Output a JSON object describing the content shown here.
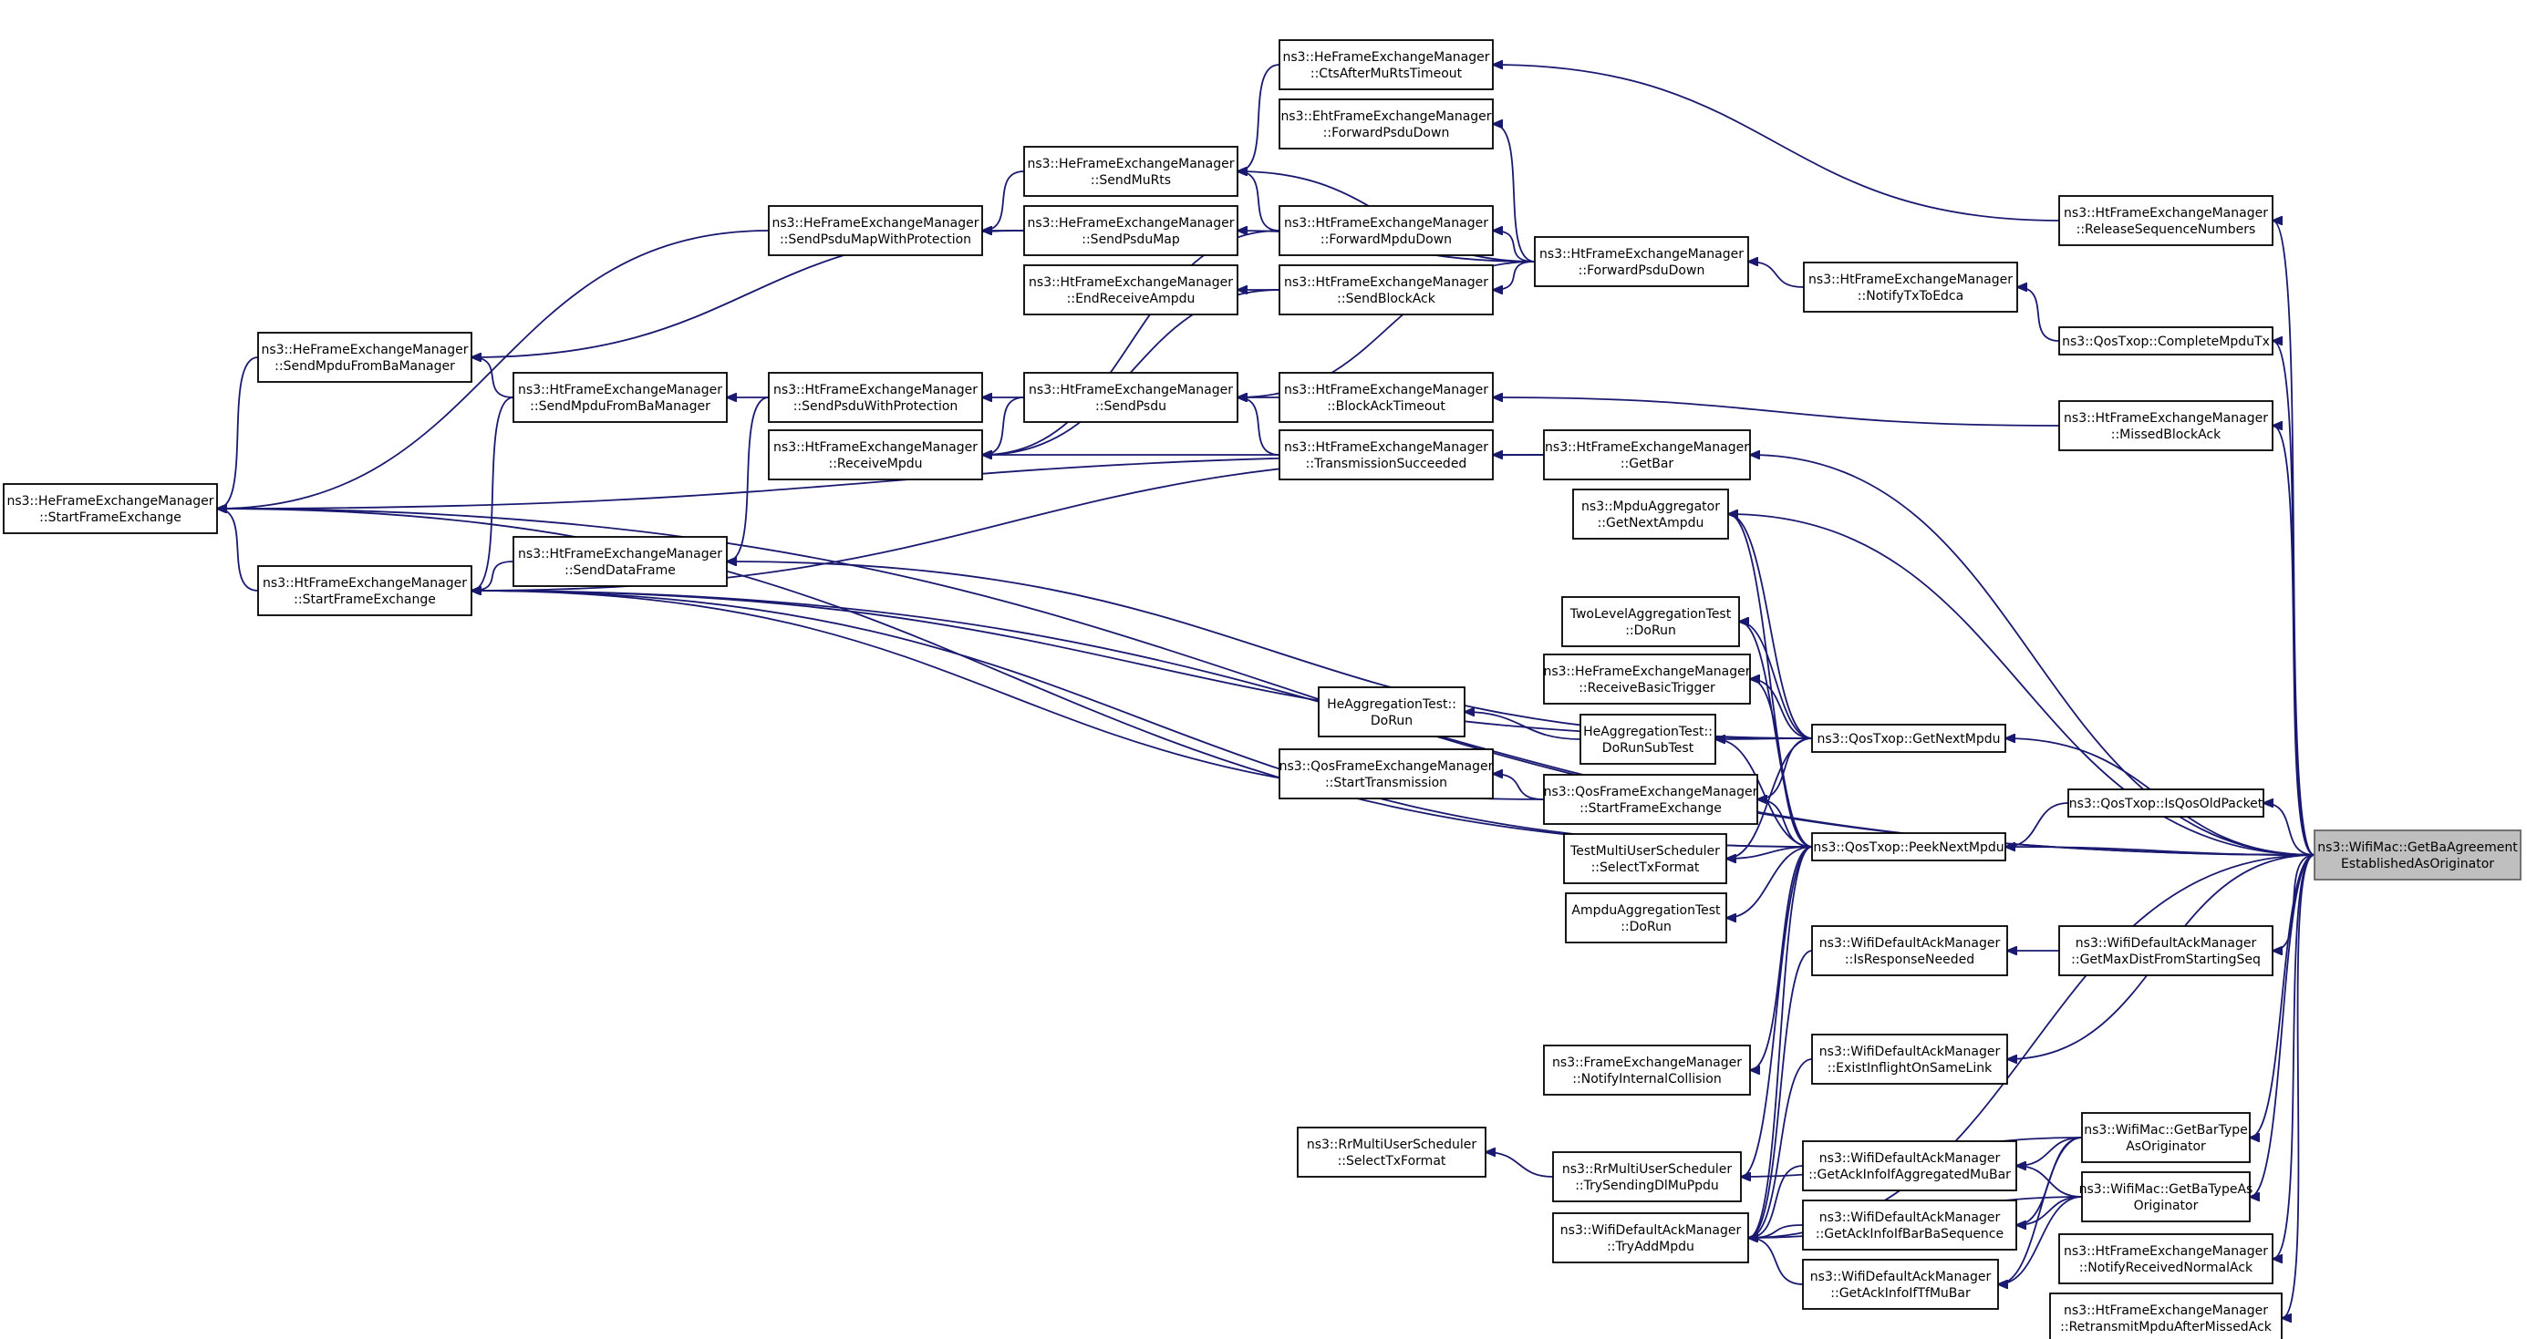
{
  "colors": {
    "edge": "#191970",
    "node_border": "#000000",
    "target_fill": "#bfbfbf",
    "target_border": "#666666"
  },
  "target": "getba",
  "nodes": [
    {
      "id": "getba",
      "lines": [
        "ns3::WifiMac::GetBaAgreement",
        "EstablishedAsOriginator"
      ]
    },
    {
      "id": "he_start",
      "lines": [
        "ns3::HeFrameExchangeManager",
        "::StartFrameExchange"
      ]
    },
    {
      "id": "he_mpduba",
      "lines": [
        "ns3::HeFrameExchangeManager",
        "::SendMpduFromBaManager"
      ]
    },
    {
      "id": "ht_start",
      "lines": [
        "ns3::HtFrameExchangeManager",
        "::StartFrameExchange"
      ]
    },
    {
      "id": "ht_mpduba",
      "lines": [
        "ns3::HtFrameExchangeManager",
        "::SendMpduFromBaManager"
      ]
    },
    {
      "id": "he_psdumapwp",
      "lines": [
        "ns3::HeFrameExchangeManager",
        "::SendPsduMapWithProtection"
      ]
    },
    {
      "id": "ht_senddata",
      "lines": [
        "ns3::HtFrameExchangeManager",
        "::SendDataFrame"
      ]
    },
    {
      "id": "ht_psduwp",
      "lines": [
        "ns3::HtFrameExchangeManager",
        "::SendPsduWithProtection"
      ]
    },
    {
      "id": "ht_recvmpdu",
      "lines": [
        "ns3::HtFrameExchangeManager",
        "::ReceiveMpdu"
      ]
    },
    {
      "id": "he_murts",
      "lines": [
        "ns3::HeFrameExchangeManager",
        "::SendMuRts"
      ]
    },
    {
      "id": "he_psdumap",
      "lines": [
        "ns3::HeFrameExchangeManager",
        "::SendPsduMap"
      ]
    },
    {
      "id": "ht_endrecv",
      "lines": [
        "ns3::HtFrameExchangeManager",
        "::EndReceiveAmpdu"
      ]
    },
    {
      "id": "ht_sendpsdu",
      "lines": [
        "ns3::HtFrameExchangeManager",
        "::SendPsdu"
      ]
    },
    {
      "id": "he_cts",
      "lines": [
        "ns3::HeFrameExchangeManager",
        "::CtsAfterMuRtsTimeout"
      ]
    },
    {
      "id": "eht_fwd",
      "lines": [
        "ns3::EhtFrameExchangeManager",
        "::ForwardPsduDown"
      ]
    },
    {
      "id": "ht_fwdmpdu",
      "lines": [
        "ns3::HtFrameExchangeManager",
        "::ForwardMpduDown"
      ]
    },
    {
      "id": "ht_sendba",
      "lines": [
        "ns3::HtFrameExchangeManager",
        "::SendBlockAck"
      ]
    },
    {
      "id": "ht_batimeout",
      "lines": [
        "ns3::HtFrameExchangeManager",
        "::BlockAckTimeout"
      ]
    },
    {
      "id": "ht_txsucc",
      "lines": [
        "ns3::HtFrameExchangeManager",
        "::TransmissionSucceeded"
      ]
    },
    {
      "id": "ht_fwdpsdu",
      "lines": [
        "ns3::HtFrameExchangeManager",
        "::ForwardPsduDown"
      ]
    },
    {
      "id": "ht_getbar",
      "lines": [
        "ns3::HtFrameExchangeManager",
        "::GetBar"
      ]
    },
    {
      "id": "mpduagg",
      "lines": [
        "ns3::MpduAggregator",
        "::GetNextAmpdu"
      ]
    },
    {
      "id": "twolevel",
      "lines": [
        "TwoLevelAggregationTest",
        "::DoRun"
      ]
    },
    {
      "id": "he_recvbasic",
      "lines": [
        "ns3::HeFrameExchangeManager",
        "::ReceiveBasicTrigger"
      ]
    },
    {
      "id": "heagg_dorun",
      "lines": [
        "HeAggregationTest::",
        "DoRun"
      ]
    },
    {
      "id": "heagg_dorunsub",
      "lines": [
        "HeAggregationTest::",
        "DoRunSubTest"
      ]
    },
    {
      "id": "qos_starttx",
      "lines": [
        "ns3::QosFrameExchangeManager",
        "::StartTransmission"
      ]
    },
    {
      "id": "qos_startfe",
      "lines": [
        "ns3::QosFrameExchangeManager",
        "::StartFrameExchange"
      ]
    },
    {
      "id": "testmulti",
      "lines": [
        "TestMultiUserScheduler",
        "::SelectTxFormat"
      ]
    },
    {
      "id": "ampdu_dorun",
      "lines": [
        "AmpduAggregationTest",
        "::DoRun"
      ]
    },
    {
      "id": "fem_notify",
      "lines": [
        "ns3::FrameExchangeManager",
        "::NotifyInternalCollision"
      ]
    },
    {
      "id": "rr_select",
      "lines": [
        "ns3::RrMultiUserScheduler",
        "::SelectTxFormat"
      ]
    },
    {
      "id": "rr_trysend",
      "lines": [
        "ns3::RrMultiUserScheduler",
        "::TrySendingDlMuPpdu"
      ]
    },
    {
      "id": "wda_tryadd",
      "lines": [
        "ns3::WifiDefaultAckManager",
        "::TryAddMpdu"
      ]
    },
    {
      "id": "qos_getnext",
      "lines": [
        "ns3::QosTxop::GetNextMpdu"
      ]
    },
    {
      "id": "qos_peeknext",
      "lines": [
        "ns3::QosTxop::PeekNextMpdu"
      ]
    },
    {
      "id": "wda_isresp",
      "lines": [
        "ns3::WifiDefaultAckManager",
        "::IsResponseNeeded"
      ]
    },
    {
      "id": "wda_exist",
      "lines": [
        "ns3::WifiDefaultAckManager",
        "::ExistInflightOnSameLink"
      ]
    },
    {
      "id": "wda_aggmubar",
      "lines": [
        "ns3::WifiDefaultAckManager",
        "::GetAckInfoIfAggregatedMuBar"
      ]
    },
    {
      "id": "wda_barba",
      "lines": [
        "ns3::WifiDefaultAckManager",
        "::GetAckInfoIfBarBaSequence"
      ]
    },
    {
      "id": "wda_tfmubar",
      "lines": [
        "ns3::WifiDefaultAckManager",
        "::GetAckInfoIfTfMuBar"
      ]
    },
    {
      "id": "ht_notifytx",
      "lines": [
        "ns3::HtFrameExchangeManager",
        "::NotifyTxToEdca"
      ]
    },
    {
      "id": "ht_release",
      "lines": [
        "ns3::HtFrameExchangeManager",
        "::ReleaseSequenceNumbers"
      ]
    },
    {
      "id": "qos_complete",
      "lines": [
        "ns3::QosTxop::CompleteMpduTx"
      ]
    },
    {
      "id": "ht_missedba",
      "lines": [
        "ns3::HtFrameExchangeManager",
        "::MissedBlockAck"
      ]
    },
    {
      "id": "qos_isold",
      "lines": [
        "ns3::QosTxop::IsQosOldPacket"
      ]
    },
    {
      "id": "wda_maxdist",
      "lines": [
        "ns3::WifiDefaultAckManager",
        "::GetMaxDistFromStartingSeq"
      ]
    },
    {
      "id": "wm_getbartype",
      "lines": [
        "ns3::WifiMac::GetBarType",
        "AsOriginator"
      ]
    },
    {
      "id": "wm_getbatype",
      "lines": [
        "ns3::WifiMac::GetBaTypeAs",
        "Originator"
      ]
    },
    {
      "id": "ht_notifynormal",
      "lines": [
        "ns3::HtFrameExchangeManager",
        "::NotifyReceivedNormalAck"
      ]
    },
    {
      "id": "ht_retransmit",
      "lines": [
        "ns3::HtFrameExchangeManager",
        "::RetransmitMpduAfterMissedAck"
      ]
    }
  ],
  "edges": [
    [
      "getba",
      "he_start"
    ],
    [
      "getba",
      "ht_release"
    ],
    [
      "getba",
      "qos_complete"
    ],
    [
      "getba",
      "ht_missedba"
    ],
    [
      "getba",
      "ht_getbar"
    ],
    [
      "getba",
      "mpduagg"
    ],
    [
      "getba",
      "qos_getnext"
    ],
    [
      "getba",
      "qos_isold"
    ],
    [
      "getba",
      "qos_peeknext"
    ],
    [
      "getba",
      "ht_start"
    ],
    [
      "getba",
      "wda_maxdist"
    ],
    [
      "getba",
      "wda_exist"
    ],
    [
      "getba",
      "wm_getbartype"
    ],
    [
      "getba",
      "wm_getbatype"
    ],
    [
      "getba",
      "ht_notifynormal"
    ],
    [
      "getba",
      "ht_retransmit"
    ],
    [
      "getba",
      "wda_tryadd"
    ],
    [
      "ht_release",
      "he_cts"
    ],
    [
      "qos_complete",
      "ht_notifytx"
    ],
    [
      "ht_notifytx",
      "ht_fwdpsdu"
    ],
    [
      "ht_missedba",
      "ht_batimeout"
    ],
    [
      "ht_batimeout",
      "ht_sendpsdu"
    ],
    [
      "ht_fwdpsdu",
      "eht_fwd"
    ],
    [
      "ht_fwdpsdu",
      "ht_fwdmpdu"
    ],
    [
      "ht_fwdpsdu",
      "he_murts"
    ],
    [
      "ht_fwdpsdu",
      "he_psdumap"
    ],
    [
      "ht_fwdpsdu",
      "ht_sendba"
    ],
    [
      "ht_fwdpsdu",
      "ht_sendpsdu"
    ],
    [
      "he_cts",
      "he_murts"
    ],
    [
      "ht_fwdmpdu",
      "he_murts"
    ],
    [
      "ht_fwdmpdu",
      "ht_recvmpdu"
    ],
    [
      "he_murts",
      "he_psdumapwp"
    ],
    [
      "he_psdumap",
      "he_psdumapwp"
    ],
    [
      "he_psdumap",
      "he_mpduba"
    ],
    [
      "he_psdumapwp",
      "he_start"
    ],
    [
      "he_mpduba",
      "he_start"
    ],
    [
      "ht_sendba",
      "ht_endrecv"
    ],
    [
      "ht_sendba",
      "ht_recvmpdu"
    ],
    [
      "ht_sendpsdu",
      "ht_psduwp"
    ],
    [
      "ht_sendpsdu",
      "ht_recvmpdu"
    ],
    [
      "ht_psduwp",
      "ht_mpduba"
    ],
    [
      "ht_psduwp",
      "ht_senddata"
    ],
    [
      "ht_mpduba",
      "he_mpduba"
    ],
    [
      "ht_mpduba",
      "ht_start"
    ],
    [
      "ht_senddata",
      "ht_start"
    ],
    [
      "ht_start",
      "he_start"
    ],
    [
      "ht_getbar",
      "ht_txsucc"
    ],
    [
      "ht_getbar",
      "he_start"
    ],
    [
      "ht_getbar",
      "ht_start"
    ],
    [
      "ht_txsucc",
      "ht_sendpsdu"
    ],
    [
      "ht_txsucc",
      "ht_recvmpdu"
    ],
    [
      "qos_getnext",
      "mpduagg"
    ],
    [
      "qos_getnext",
      "twolevel"
    ],
    [
      "qos_getnext",
      "he_recvbasic"
    ],
    [
      "qos_getnext",
      "heagg_dorunsub"
    ],
    [
      "qos_getnext",
      "qos_startfe"
    ],
    [
      "qos_getnext",
      "ht_senddata"
    ],
    [
      "qos_getnext",
      "ht_start"
    ],
    [
      "qos_getnext",
      "testmulti"
    ],
    [
      "heagg_dorunsub",
      "heagg_dorun"
    ],
    [
      "qos_startfe",
      "qos_starttx"
    ],
    [
      "qos_startfe",
      "ht_start"
    ],
    [
      "qos_peeknext",
      "mpduagg"
    ],
    [
      "qos_peeknext",
      "twolevel"
    ],
    [
      "qos_peeknext",
      "he_recvbasic"
    ],
    [
      "qos_peeknext",
      "heagg_dorunsub"
    ],
    [
      "qos_peeknext",
      "qos_startfe"
    ],
    [
      "qos_peeknext",
      "testmulti"
    ],
    [
      "qos_peeknext",
      "ampdu_dorun"
    ],
    [
      "qos_peeknext",
      "fem_notify"
    ],
    [
      "qos_peeknext",
      "rr_trysend"
    ],
    [
      "qos_peeknext",
      "wda_tryadd"
    ],
    [
      "qos_peeknext",
      "ht_start"
    ],
    [
      "qos_peeknext",
      "he_start"
    ],
    [
      "qos_isold",
      "qos_peeknext"
    ],
    [
      "wda_maxdist",
      "wda_isresp"
    ],
    [
      "wda_isresp",
      "wda_tryadd"
    ],
    [
      "wda_exist",
      "wda_tryadd"
    ],
    [
      "wm_getbartype",
      "wda_aggmubar"
    ],
    [
      "wm_getbartype",
      "wda_barba"
    ],
    [
      "wm_getbartype",
      "wda_tfmubar"
    ],
    [
      "wm_getbartype",
      "rr_trysend"
    ],
    [
      "wm_getbatype",
      "wda_aggmubar"
    ],
    [
      "wm_getbatype",
      "wda_barba"
    ],
    [
      "wm_getbatype",
      "wda_tfmubar"
    ],
    [
      "wm_getbatype",
      "wda_tryadd"
    ],
    [
      "wda_aggmubar",
      "wda_tryadd"
    ],
    [
      "wda_barba",
      "wda_tryadd"
    ],
    [
      "wda_tfmubar",
      "wda_tryadd"
    ],
    [
      "rr_trysend",
      "rr_select"
    ]
  ]
}
